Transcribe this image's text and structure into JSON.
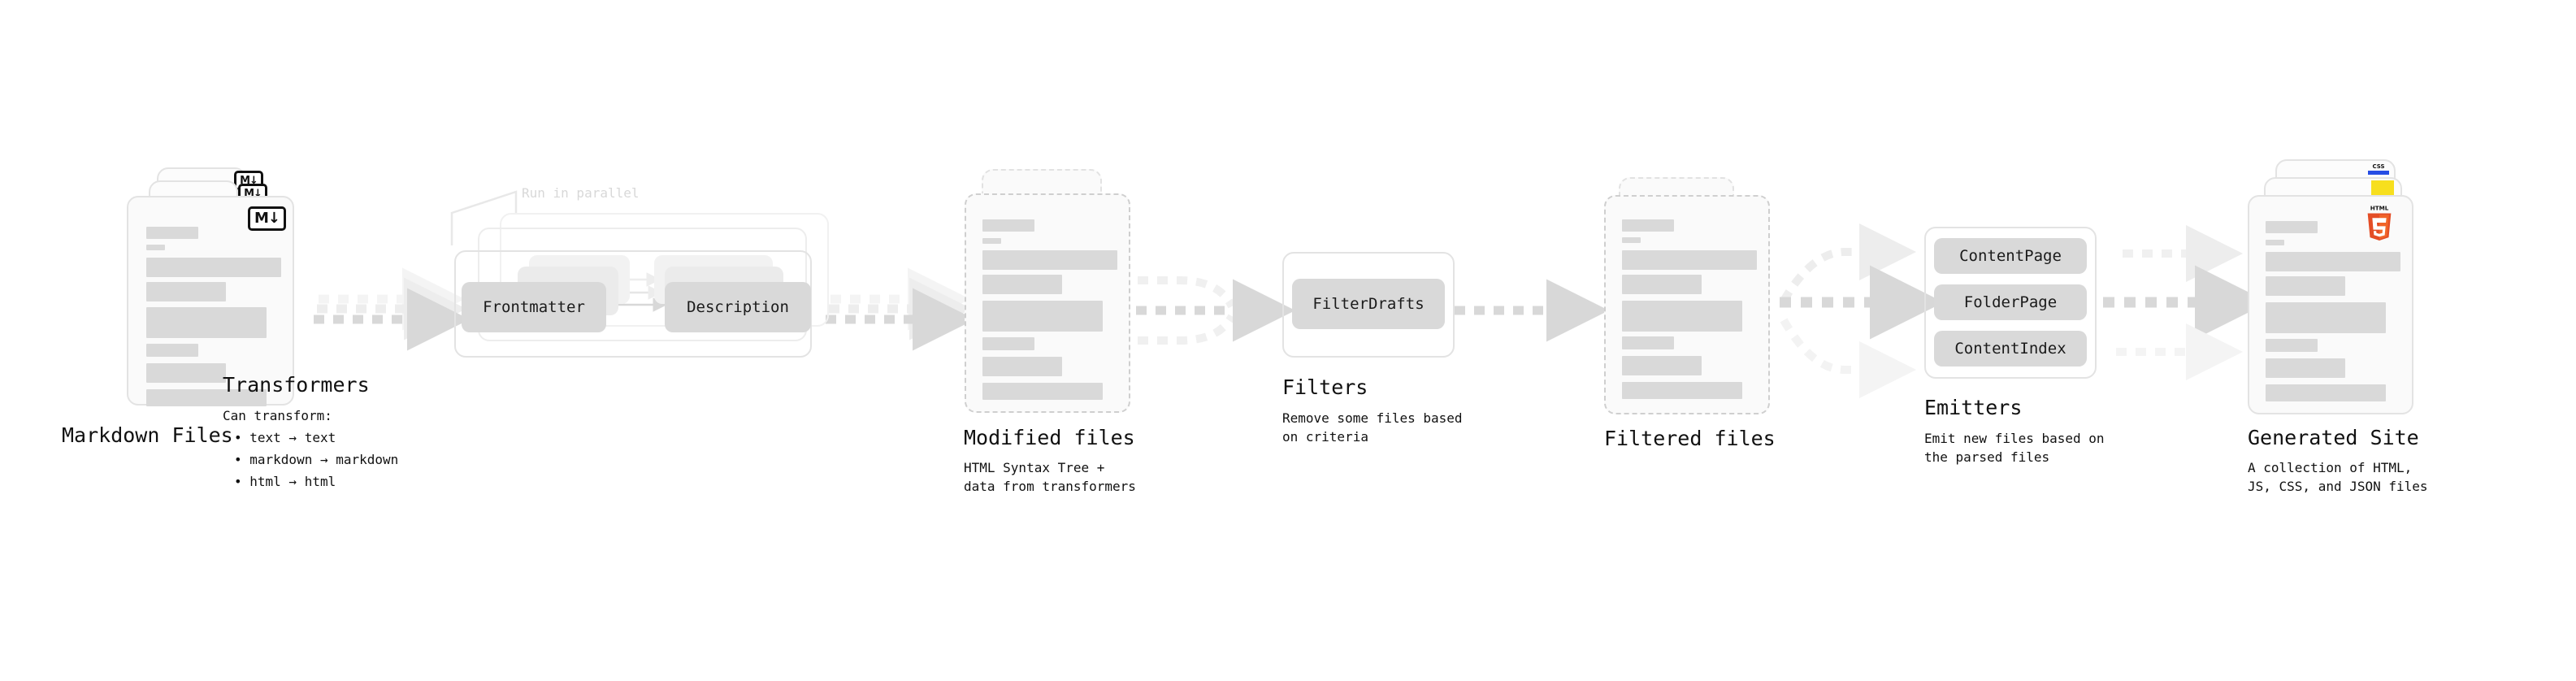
{
  "diagram": {
    "title": "Quartz content pipeline",
    "background": "#ffffff",
    "accent_colors": {
      "skeleton_bar": "#d9d9d9",
      "card_border": "#e3e3e3",
      "dashed_border": "#cfcfcf",
      "arrow": "#d8d8d8",
      "text": "#111111",
      "muted_text": "#d8d8d8",
      "html5_orange": "#e44d26",
      "html5_orange_light": "#f16529",
      "js_yellow": "#f7df1e",
      "css_blue": "#264de4"
    }
  },
  "stages": [
    {
      "id": "markdown-files",
      "title": "Markdown Files",
      "subtitle": "",
      "badge": "M↓",
      "badge_name": "markdown-icon"
    },
    {
      "id": "transformers",
      "title": "Transformers",
      "subtitle": "Can transform:",
      "note": "Run in parallel",
      "chips": [
        "Frontmatter",
        "Description"
      ],
      "bullets": [
        "• text → text",
        "• markdown → markdown",
        "• html → html"
      ]
    },
    {
      "id": "modified-files",
      "title": "Modified files",
      "subtitle": "HTML Syntax Tree +\ndata from transformers"
    },
    {
      "id": "filters",
      "title": "Filters",
      "subtitle": "Remove some files based\non criteria",
      "chips": [
        "FilterDrafts"
      ]
    },
    {
      "id": "filtered-files",
      "title": "Filtered files",
      "subtitle": ""
    },
    {
      "id": "emitters",
      "title": "Emitters",
      "subtitle": "Emit new files based on\nthe parsed files",
      "chips": [
        "ContentPage",
        "FolderPage",
        "ContentIndex"
      ]
    },
    {
      "id": "generated-site",
      "title": "Generated Site",
      "subtitle": "A collection of HTML,\nJS, CSS, and JSON files",
      "badges": [
        "html5-icon",
        "js-icon",
        "css-icon"
      ],
      "html5_label": "HTML",
      "html5_digit": "5",
      "css_label": "CSS"
    }
  ]
}
